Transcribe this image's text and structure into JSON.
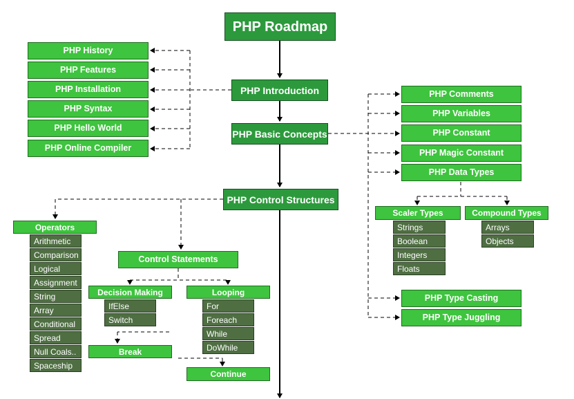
{
  "root": "PHP Roadmap",
  "spine": {
    "introduction": "PHP Introduction",
    "basic_concepts": "PHP Basic Concepts",
    "control_structures": "PHP Control Structures"
  },
  "introduction_topics": [
    "PHP History",
    "PHP Features",
    "PHP Installation",
    "PHP Syntax",
    "PHP Hello World",
    "PHP Online Compiler"
  ],
  "basic_topics": [
    "PHP Comments",
    "PHP Variables",
    "PHP Constant",
    "PHP Magic Constant",
    "PHP Data Types"
  ],
  "data_types": {
    "scalar": {
      "title": "Scaler Types",
      "items": [
        "Strings",
        "Boolean",
        "Integers",
        "Floats"
      ]
    },
    "compound": {
      "title": "Compound Types",
      "items": [
        "Arrays",
        "Objects"
      ]
    }
  },
  "type_topics": [
    "PHP Type Casting",
    "PHP Type Juggling"
  ],
  "operators": {
    "title": "Operators",
    "items": [
      "Arithmetic",
      "Comparison",
      "Logical",
      "Assignment",
      "String",
      "Array",
      "Conditional",
      "Spread",
      "Null Coals..",
      "Spaceship"
    ]
  },
  "control_statements": {
    "title": "Control Statements",
    "decision": {
      "title": "Decision Making",
      "items": [
        "IfElse",
        "Switch"
      ]
    },
    "looping": {
      "title": "Looping",
      "items": [
        "For",
        "Foreach",
        "While",
        "DoWhile"
      ]
    },
    "break_label": "Break",
    "continue_label": "Continue"
  },
  "colors": {
    "node_bright": "#3ec43e",
    "node_dark": "#2c9a3c",
    "leaf_olive": "#4f6f43",
    "connector": "#000000"
  }
}
